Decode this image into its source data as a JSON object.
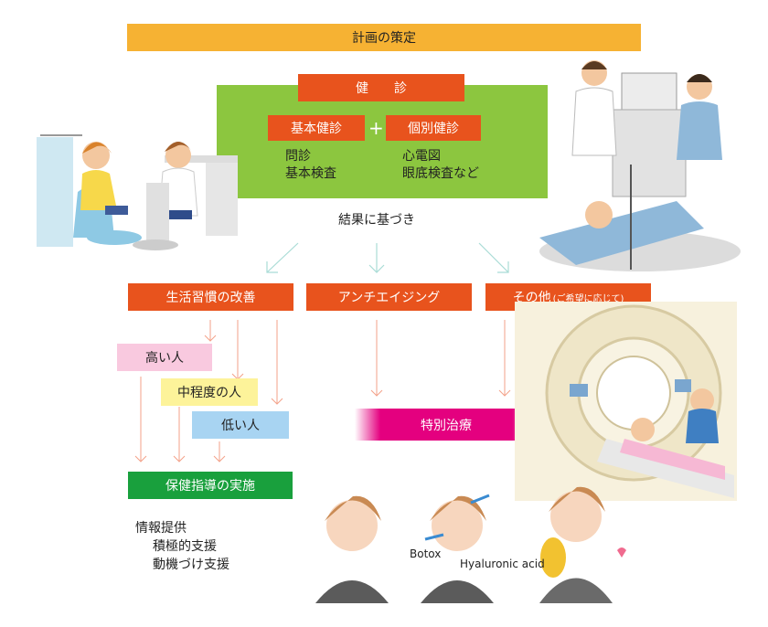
{
  "header": {
    "plan": "計画の策定"
  },
  "checkup": {
    "title": "健　　診",
    "basic": {
      "label": "基本健診",
      "items": [
        "問診",
        "基本検査"
      ]
    },
    "plus": "+",
    "individual": {
      "label": "個別健診",
      "items": [
        "心電図",
        "眼底検査など"
      ]
    },
    "result_note": "結果に基づき"
  },
  "branches": {
    "lifestyle": "生活習慣の改善",
    "antiaging": "アンチエイジング",
    "other": "その他",
    "other_note": "(ご希望に応じて)"
  },
  "risk_levels": [
    "高い人",
    "中程度の人",
    "低い人"
  ],
  "special": "特別治療",
  "guidance": {
    "title": "保健指導の実施",
    "items": [
      "情報提供",
      "積極的支援",
      "動機づけ支援"
    ]
  },
  "labels": {
    "botox": "Botox",
    "hyaluronic": "Hyaluronic acid"
  },
  "colors": {
    "plan": "#f6b233",
    "checkup_panel": "#8cc63f",
    "orange": "#e8531d",
    "pink": "#f9c9df",
    "yellow": "#fdf39a",
    "blue": "#a8d4f2",
    "magenta": "#e4007f",
    "green": "#19a03d",
    "arrow": "#f3a28a",
    "arrow_teal": "#a9dcd6"
  }
}
